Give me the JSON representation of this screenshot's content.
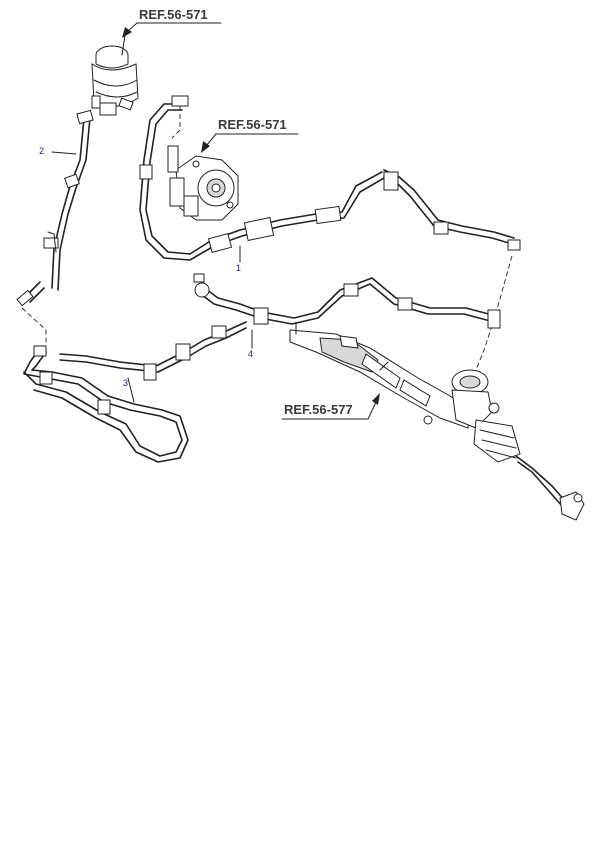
{
  "references": [
    {
      "id": "ref-reservoir",
      "label": "REF.56-571"
    },
    {
      "id": "ref-pump",
      "label": "REF.56-571"
    },
    {
      "id": "ref-gear",
      "label": "REF.56-577"
    }
  ],
  "callouts": [
    {
      "id": "hose-1",
      "label": "1"
    },
    {
      "id": "hose-2",
      "label": "2"
    },
    {
      "id": "hose-3",
      "label": "3"
    },
    {
      "id": "hose-4",
      "label": "4"
    }
  ]
}
